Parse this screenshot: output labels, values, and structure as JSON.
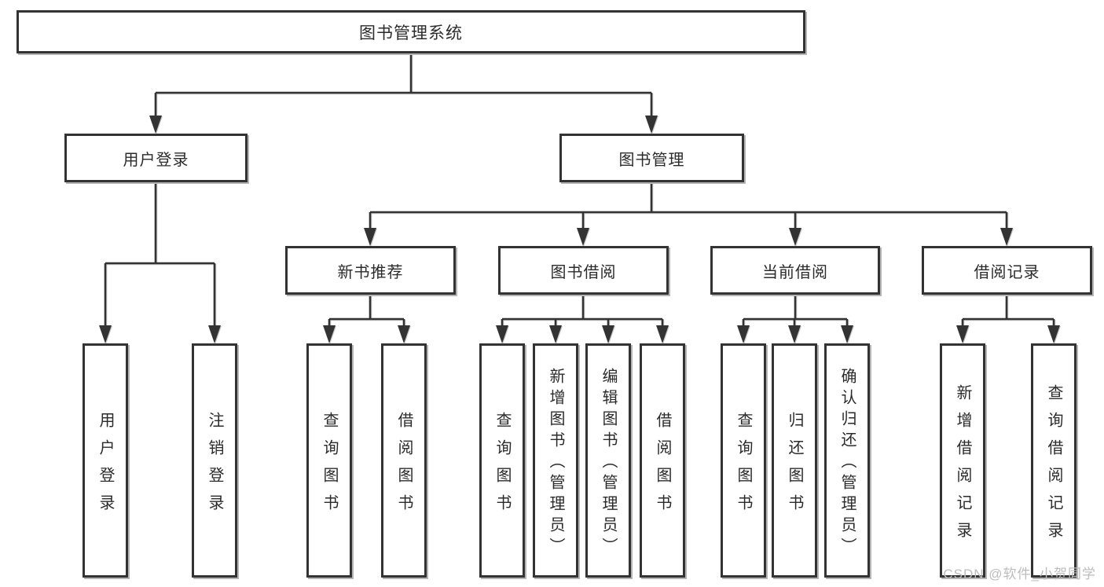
{
  "diagram": {
    "root": {
      "label": "图书管理系统"
    },
    "user_login": {
      "label": "用户登录",
      "children": [
        {
          "label": "用户登录"
        },
        {
          "label": "注销登录"
        }
      ]
    },
    "book_mgmt": {
      "label": "图书管理"
    },
    "new_book_rec": {
      "label": "新书推荐",
      "children": [
        {
          "label": "查询图书"
        },
        {
          "label": "借阅图书"
        }
      ]
    },
    "book_borrow": {
      "label": "图书借阅",
      "children": [
        {
          "label": "查询图书"
        },
        {
          "label": "新增图书（管理员）"
        },
        {
          "label": "编辑图书（管理员）"
        },
        {
          "label": "借阅图书"
        }
      ]
    },
    "current_borrow": {
      "label": "当前借阅",
      "children": [
        {
          "label": "查询图书"
        },
        {
          "label": "归还图书"
        },
        {
          "label": "确认归还（管理员）"
        }
      ]
    },
    "borrow_record": {
      "label": "借阅记录",
      "children": [
        {
          "label": "新增借阅记录"
        },
        {
          "label": "查询借阅记录"
        }
      ]
    }
  },
  "colors": {
    "line": "#333333",
    "box_border": "#333333",
    "text": "#2b2b2b",
    "watermark": "#bcbcbc"
  },
  "watermark": {
    "text": "CSDN @软件_小贺同学"
  }
}
